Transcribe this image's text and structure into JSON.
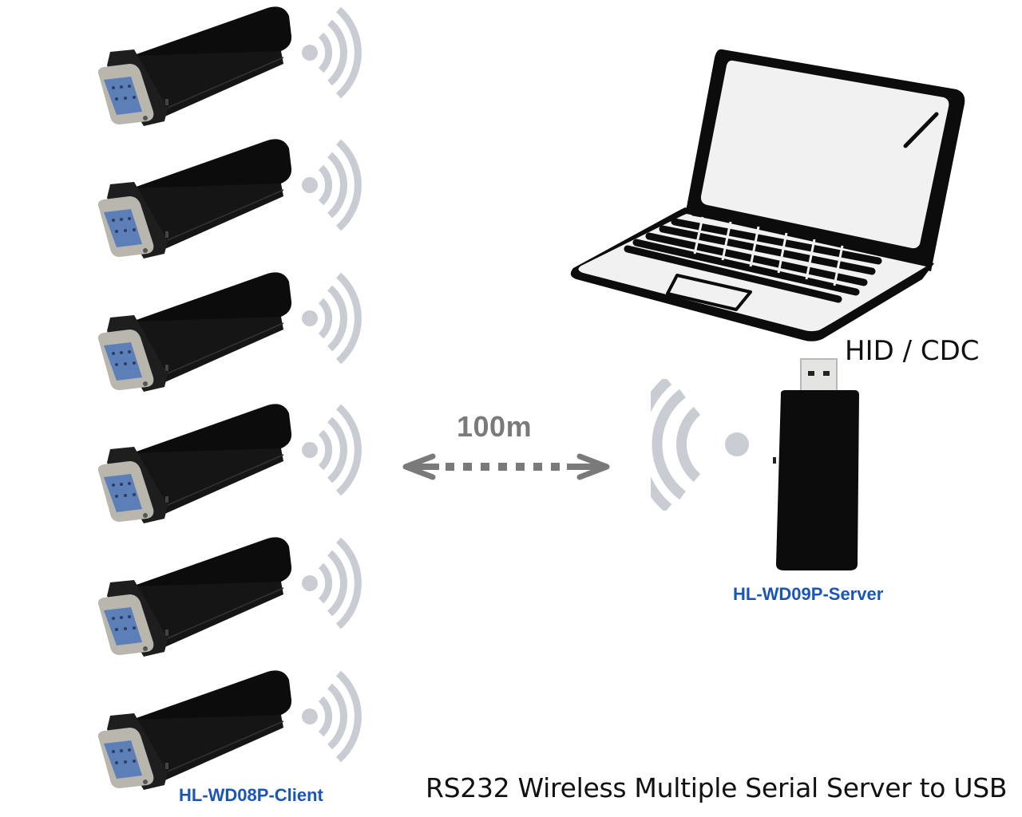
{
  "diagram": {
    "title": "RS232 Wireless Multiple Serial Server to USB",
    "range_label": "100m",
    "interface_label": "HID / CDC",
    "server": {
      "name": "HL-WD09P-Server",
      "icon": "usb-dongle-icon",
      "signal_icon": "wireless-signal-icon"
    },
    "client": {
      "name": "HL-WD08P-Client",
      "count": 6,
      "icon": "rs232-db9-adapter-icon",
      "signal_icon": "wireless-signal-icon"
    },
    "host": {
      "icon": "laptop-icon"
    },
    "link": {
      "icon": "bidirectional-dashed-arrow-icon"
    },
    "colors": {
      "label_blue": "#1a56b8",
      "signal_gray": "#c9ccd3",
      "arrow_gray": "#7a7a7a",
      "device_black": "#0c0c0c",
      "db9_blue": "#5d7fb8"
    }
  }
}
